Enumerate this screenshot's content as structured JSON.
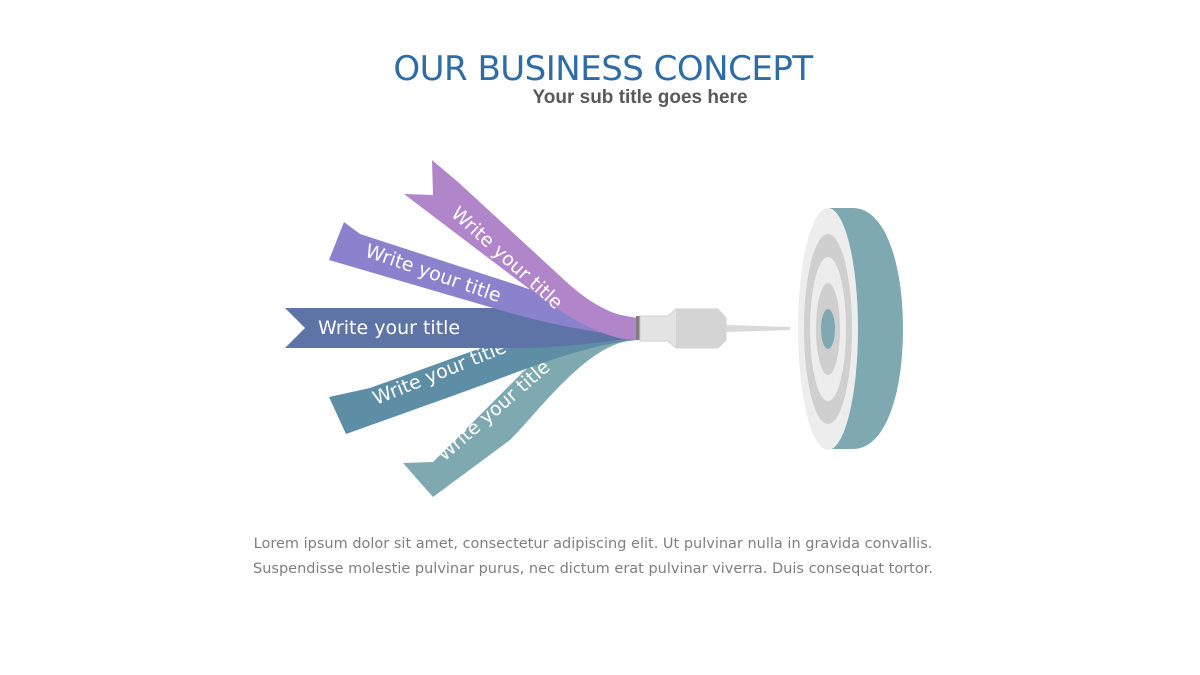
{
  "slide": {
    "title": "OUR BUSINESS CONCEPT",
    "subtitle": "Your sub title goes here",
    "body": "Lorem ipsum dolor sit amet, consectetur adipiscing elit. Ut pulvinar nulla in gravida convallis. Suspendisse molestie pulvinar purus, nec dictum erat pulvinar viverra. Duis consequat tortor."
  },
  "ribbons": [
    {
      "label": "Write your title",
      "color": "#b085c9",
      "color_dark": "#9e73b8"
    },
    {
      "label": "Write your title",
      "color": "#8a82cc",
      "color_dark": "#766fbb"
    },
    {
      "label": "Write your title",
      "color": "#5f74a6",
      "color_dark": "#536796"
    },
    {
      "label": "Write your title",
      "color": "#5d8ea6",
      "color_dark": "#517f96"
    },
    {
      "label": "Write your title",
      "color": "#7fa9b1",
      "color_dark": "#6f99a1"
    }
  ],
  "dart": {
    "icon": "dart-icon",
    "color": "#d9d9d9"
  },
  "target": {
    "icon": "target-icon",
    "ring_light": "#ededed",
    "ring_mid": "#d0d0d0",
    "side": "#7fa9b1",
    "bullseye": "#7fa9b1"
  }
}
